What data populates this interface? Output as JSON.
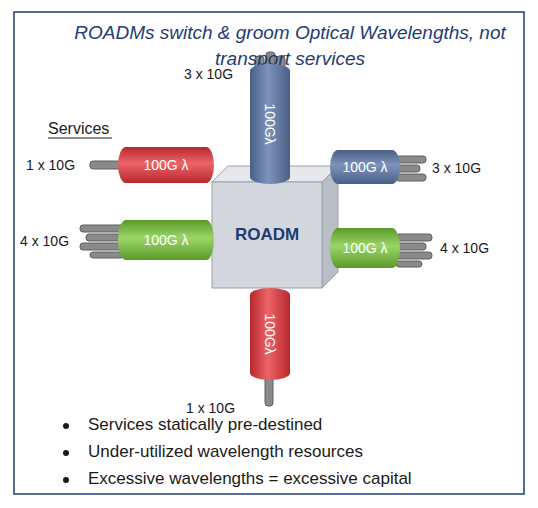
{
  "diagram": {
    "title": "ROADMs switch & groom Optical Wavelengths, not transport services",
    "nodes": [
      {
        "text": [
          "100Gλ"
        ]
      },
      {
        "text": [
          "100G λ"
        ]
      },
      {
        "text": [
          "100G λ"
        ]
      },
      {
        "text": [
          "100G λ"
        ]
      },
      {
        "text": [
          "ROADM"
        ]
      },
      {
        "text": [
          "100G λ"
        ]
      },
      {
        "text": [
          "100Gλ"
        ]
      }
    ],
    "labels": [
      "Services",
      "3 x 10G",
      "1 x 10G",
      "3 x 10G",
      "4 x 10G",
      "4 x 10G",
      "1 x 10G",
      "Services statically pre-destined",
      "Under-utilized wavelength resources",
      "Excessive wavelengths = excessive capital"
    ]
  }
}
